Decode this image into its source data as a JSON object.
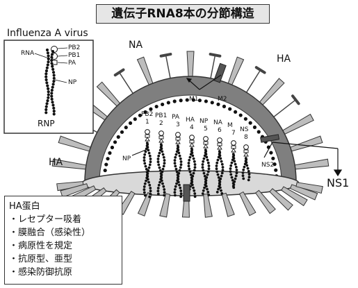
{
  "title": "遺伝子RNA8本の分節構造",
  "inset": {
    "title": "Influenza A virus",
    "rna_label": "RNA",
    "polymerase_labels": [
      "PB2",
      "PB1",
      "PA"
    ],
    "np_label": "NP",
    "rnp_label": "RNP"
  },
  "virion_labels": {
    "na_top": "NA",
    "ha_right": "HA",
    "ha_left": "HA",
    "m1": "M1",
    "m2": "M2",
    "np": "NP",
    "ns2": "NS2",
    "ns1": "NS1"
  },
  "segments": [
    {
      "name": "PB2",
      "number": "1"
    },
    {
      "name": "PB1",
      "number": "2"
    },
    {
      "name": "PA",
      "number": "3"
    },
    {
      "name": "HA",
      "number": "4"
    },
    {
      "name": "NP",
      "number": "5"
    },
    {
      "name": "NA",
      "number": "6"
    },
    {
      "name": "M",
      "number": "7"
    },
    {
      "name": "NS",
      "number": "8"
    }
  ],
  "ha_info": {
    "heading": "HA蛋白",
    "items": [
      "・レセプター吸着",
      "・膜融合（感染性）",
      "・病原性を規定",
      "・抗原型、亜型",
      "・感染防御抗原"
    ]
  }
}
